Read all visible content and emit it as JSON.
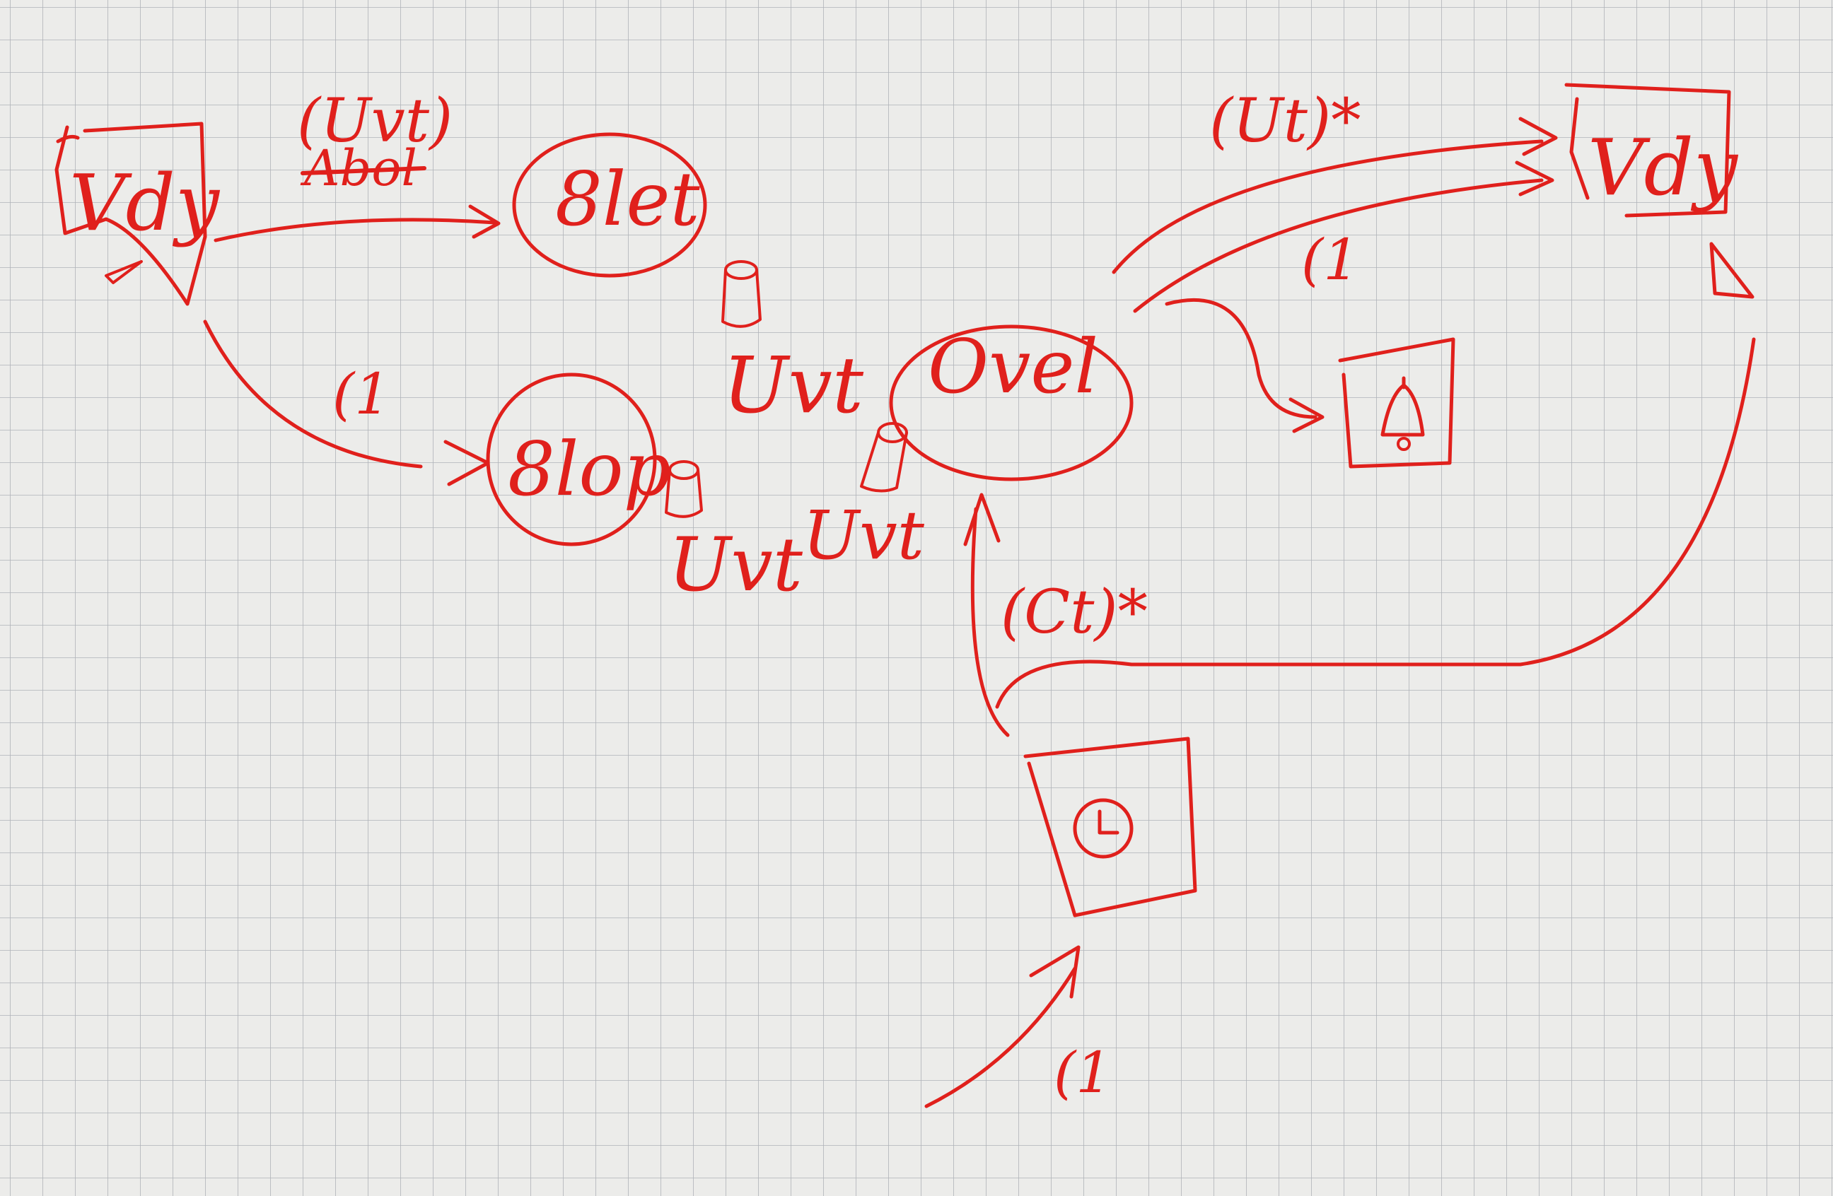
{
  "diagram": {
    "ink_color": "#e0201c",
    "paper_color": "#ececea",
    "grid_color": "#9aa0a8",
    "nodes": {
      "left_view": {
        "label": "Vdy",
        "kind": "view"
      },
      "top_circle": {
        "label": "8let",
        "kind": "process"
      },
      "mid_circle": {
        "label": "8lop",
        "kind": "process"
      },
      "center_circle": {
        "label": "Ovel",
        "kind": "process"
      },
      "right_view": {
        "label": "Vdy",
        "kind": "view"
      },
      "bell_view": {
        "label": "bell-icon",
        "kind": "view"
      },
      "clock_view": {
        "label": "clock-icon",
        "kind": "view"
      }
    },
    "edges": {
      "left_to_top": {
        "label": "(Uvt)",
        "strike": "Abol"
      },
      "left_to_mid": {
        "label": "(1"
      },
      "center_to_right_top": {
        "label": "(Ut)*"
      },
      "center_to_right_low": {
        "label": "(1"
      },
      "clock_to_center": {
        "label": "(Ct)*"
      },
      "incoming_to_clock": {
        "label": "(1"
      }
    },
    "stores": {
      "top_store": {
        "label": "Uvt"
      },
      "mid_store": {
        "label": "Uvt"
      },
      "center_store": {
        "label": "Uvt"
      }
    }
  }
}
